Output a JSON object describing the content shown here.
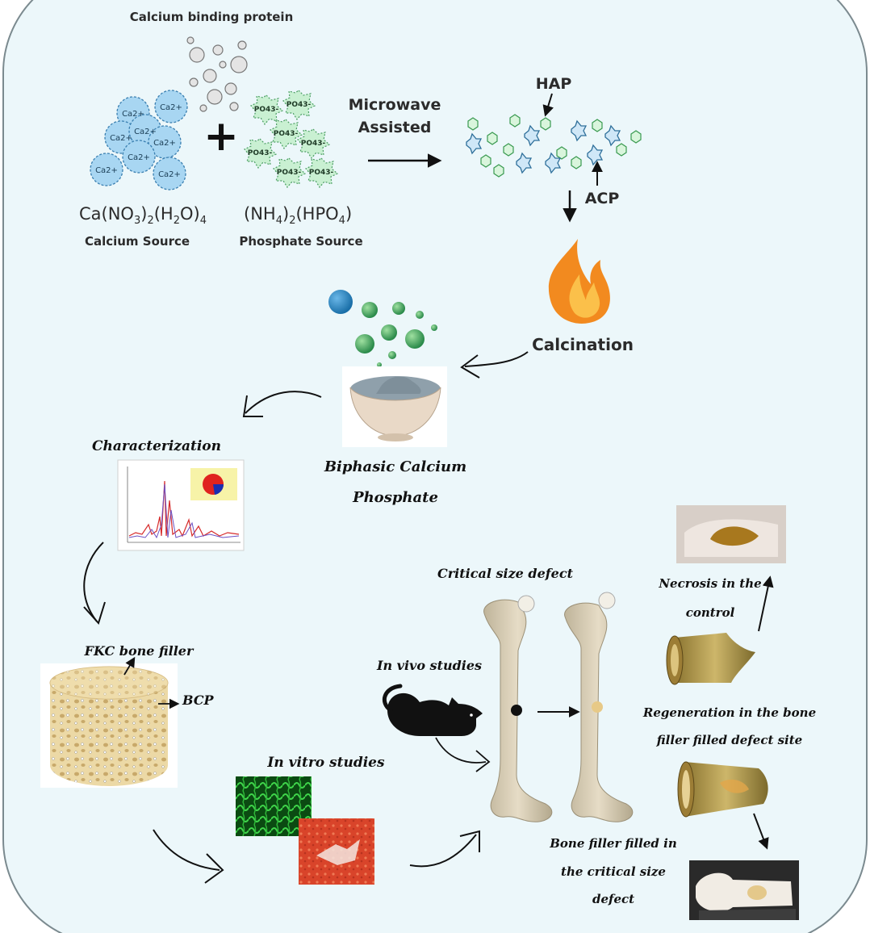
{
  "labels": {
    "calcium_binding_protein": "Calcium binding protein",
    "calcium_formula_main": "Ca(NO",
    "calcium_formula_s1": "3",
    "calcium_formula_mid": ")",
    "calcium_formula_s2": "2",
    "calcium_formula_mid2": "(H",
    "calcium_formula_s3": "2",
    "calcium_formula_mid3": "O)",
    "calcium_formula_s4": "4",
    "phosphate_formula_main": "(NH",
    "phosphate_formula_s1": "4",
    "phosphate_formula_mid": ")",
    "phosphate_formula_s2": "2",
    "phosphate_formula_end": "(HPO",
    "phosphate_formula_s3": "4",
    "phosphate_formula_close": ")",
    "calcium_source": "Calcium Source",
    "phosphate_source": "Phosphate Source",
    "plus": "+",
    "microwave_line1": "Microwave",
    "microwave_line2": "Assisted",
    "hap": "HAP",
    "acp": "ACP",
    "calcination": "Calcination",
    "bcp_line1": "Biphasic Calcium",
    "bcp_line2": "Phosphate",
    "characterization": "Characterization",
    "fkc_bone_filler": "FKC bone filler",
    "bcp_short": "BCP",
    "in_vitro": "In vitro studies",
    "in_vivo": "In vivo studies",
    "critical_size_defect": "Critical size defect",
    "necrosis_line1": "Necrosis in the",
    "necrosis_line2": "control",
    "regen_line1": "Regeneration in the bone",
    "regen_line2": "filler filled defect site",
    "filled_line1": "Bone filler filled in",
    "filled_line2": "the critical size",
    "filled_line3": "defect"
  },
  "icons": {
    "calcium_ion": "Ca2+",
    "phosphate_ion": "PO43-"
  },
  "colors": {
    "background": "#ecf7fa",
    "border": "#7b8a8f",
    "calcium_fill": "#a8d6f2",
    "phosphate_fill": "#c9f0d2",
    "flame_outer": "#f28a1f",
    "bone": "#d9cfb8"
  }
}
